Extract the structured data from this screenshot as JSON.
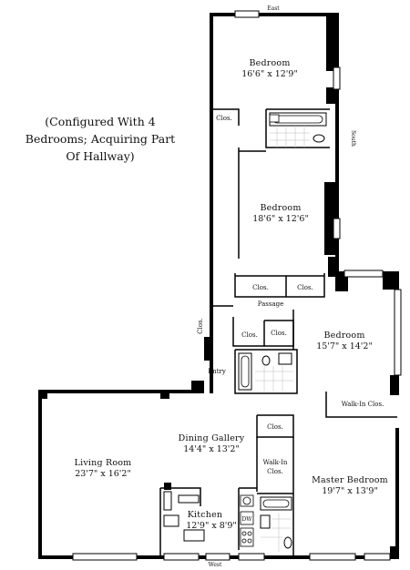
{
  "compass": {
    "north": "East",
    "south": "West",
    "east": "South"
  },
  "note": [
    "(Configured With 4",
    "Bedrooms;  Acquiring Part",
    "Of Hallway)"
  ],
  "rooms": {
    "bedroom_top": {
      "name": "Bedroom",
      "dims": "16'6\" x 12'9\""
    },
    "bedroom_mid": {
      "name": "Bedroom",
      "dims": "18'6\" x 12'6\""
    },
    "bedroom_right": {
      "name": "Bedroom",
      "dims": "15'7\" x 14'2\""
    },
    "living_room": {
      "name": "Living Room",
      "dims": "23'7\" x 16'2\""
    },
    "dining_gallery": {
      "name": "Dining Gallery",
      "dims": "14'4\" x 13'2\""
    },
    "kitchen": {
      "name": "Kitchen",
      "dims": "12'9\" x 8'9\""
    },
    "master_bedroom": {
      "name": "Master Bedroom",
      "dims": "19'7\" x 13'9\""
    }
  },
  "labels": {
    "clos": "Clos.",
    "passage": "Passage",
    "entry": "Entry",
    "walk_in_clos": "Walk-In Clos.",
    "walk_in": "Walk-In",
    "dw": "DW"
  }
}
